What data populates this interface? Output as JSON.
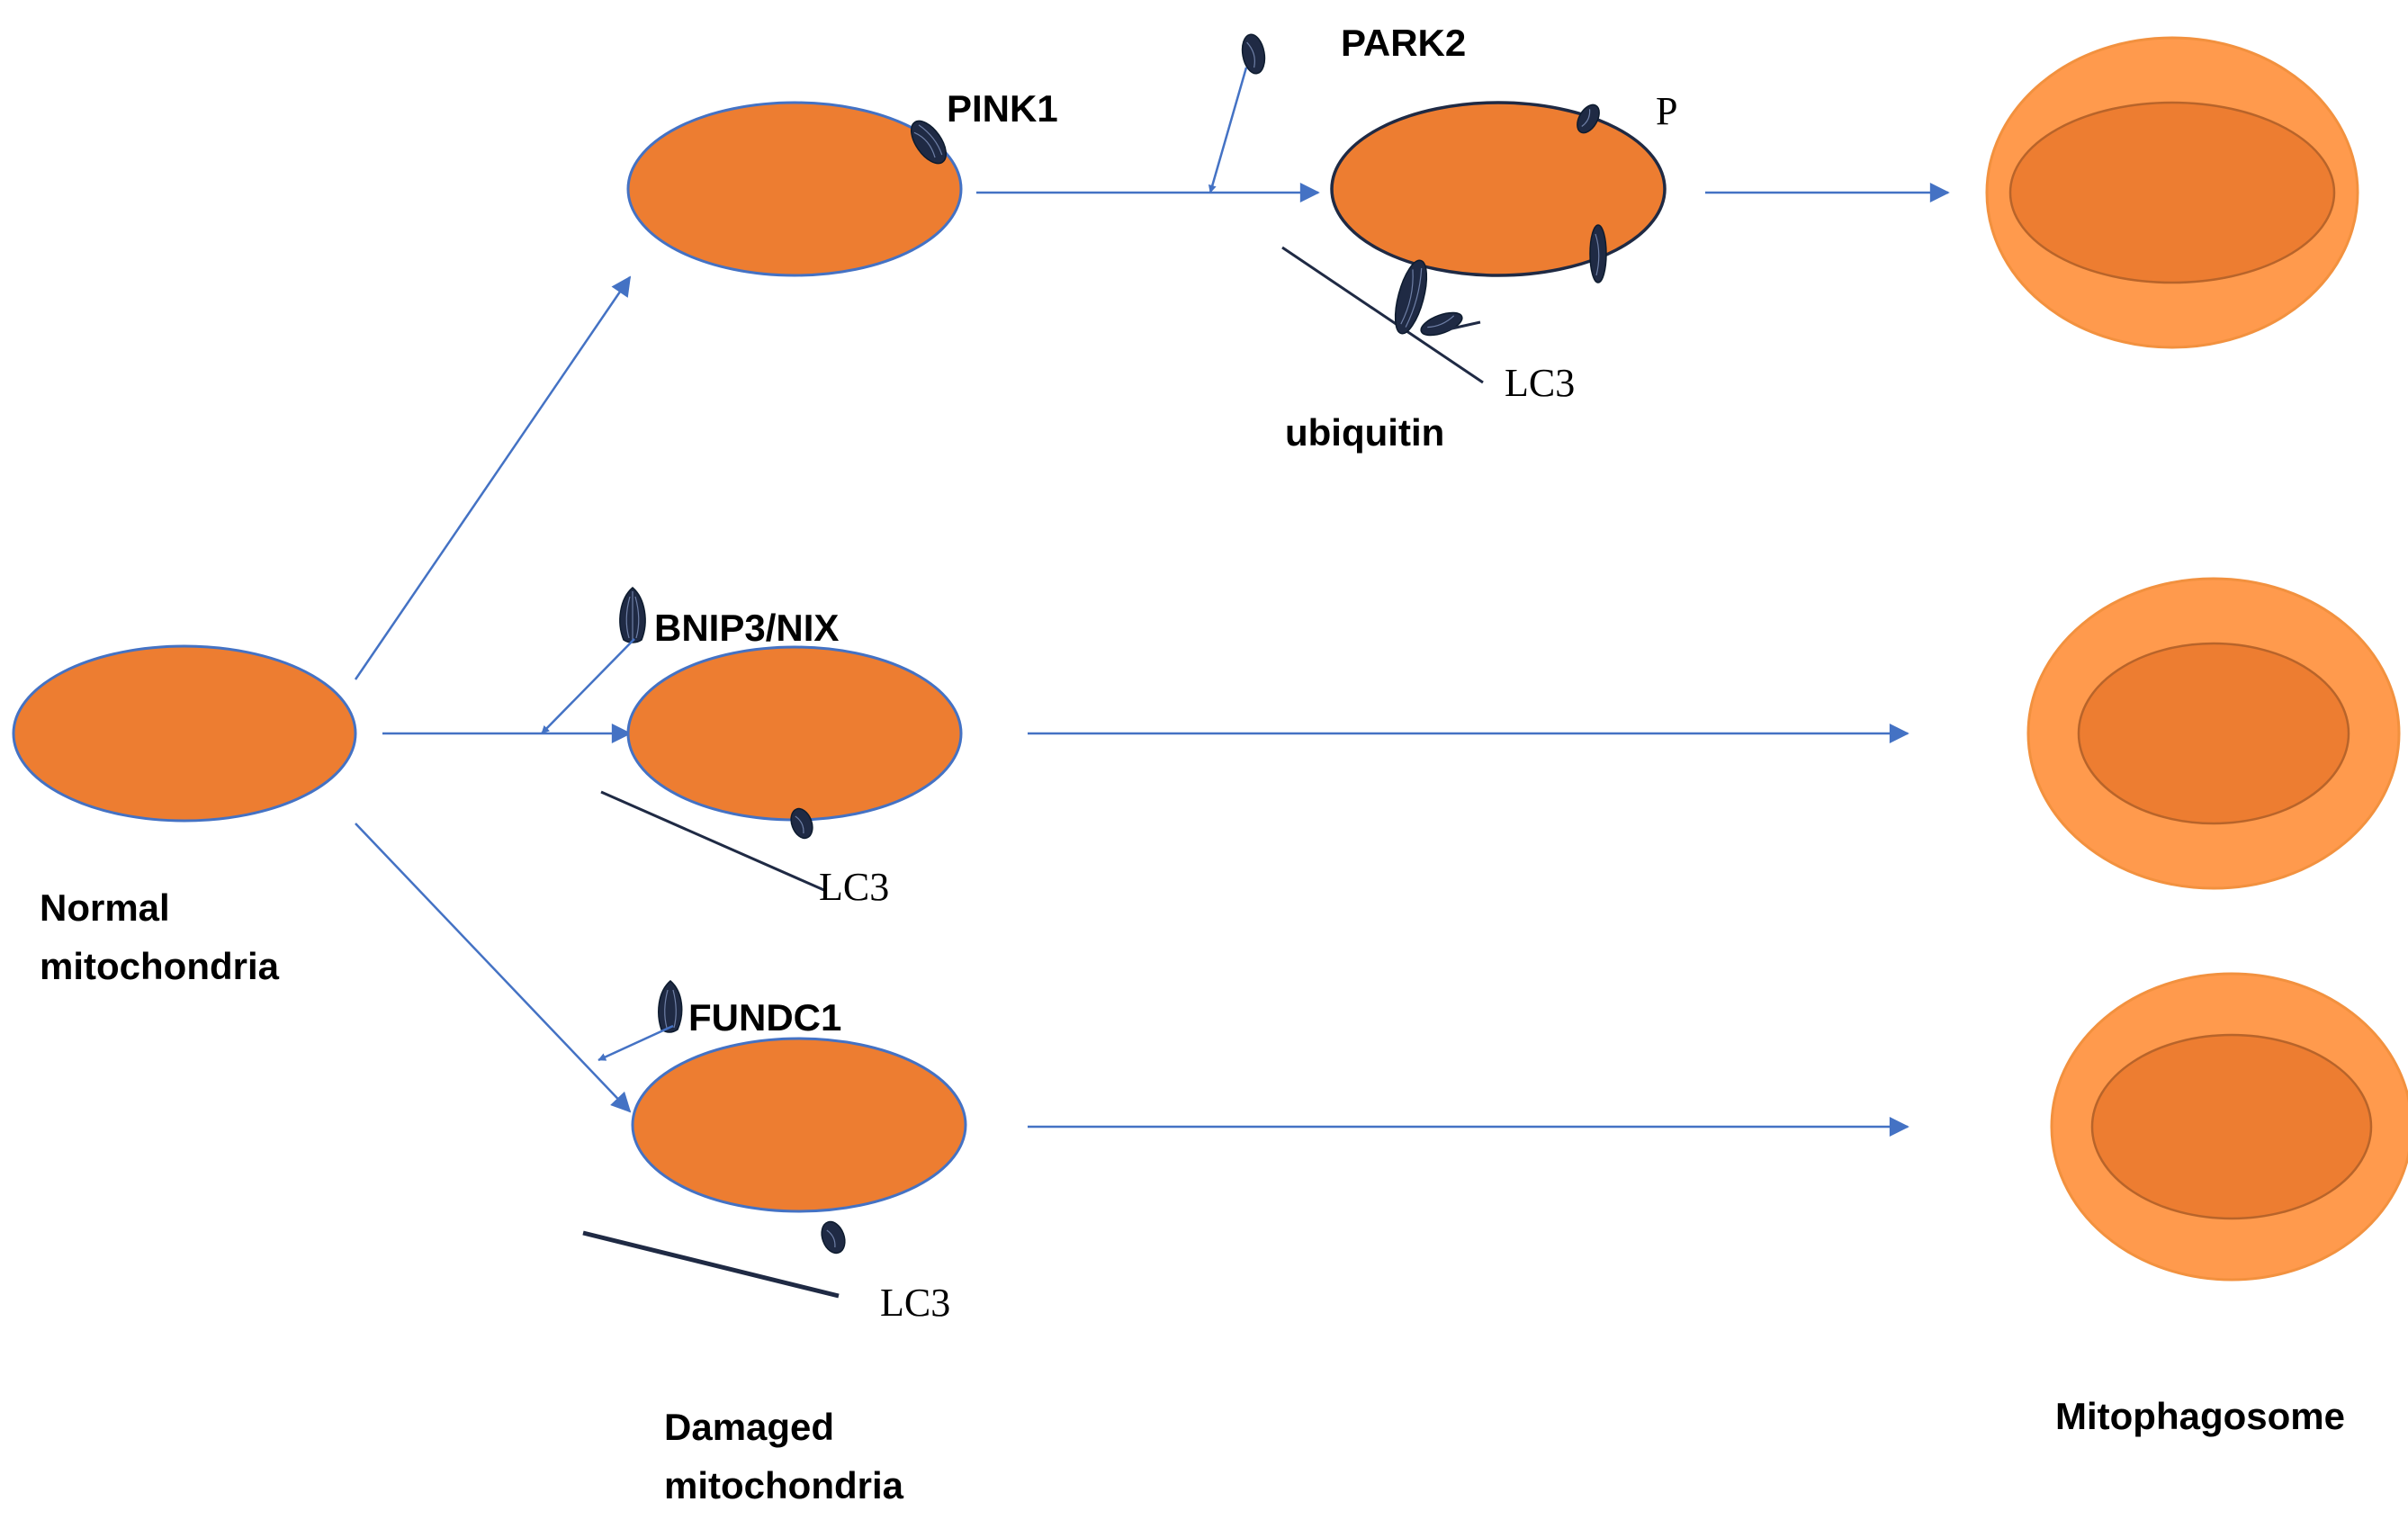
{
  "labels": {
    "normal_mitochondria_1": "Normal",
    "normal_mitochondria_2": "mitochondria",
    "damaged_mitochondria_1": "Damaged",
    "damaged_mitochondria_2": "mitochondria",
    "mitophagosome": "Mitophagosome",
    "pink1": "PINK1",
    "park2": "PARK2",
    "phospho": "P",
    "ubiquitin": "ubiquitin",
    "lc3_top": "LC3",
    "bnip3_nix": "BNIP3/NIX",
    "lc3_middle": "LC3",
    "fundc1": "FUNDC1",
    "lc3_bottom": "LC3"
  },
  "colors": {
    "mitochondria_fill": "#ED7D31",
    "mitophagosome_outer": "#FF9A4D",
    "arrow": "#4472C4",
    "protein": "#1F2A44"
  }
}
